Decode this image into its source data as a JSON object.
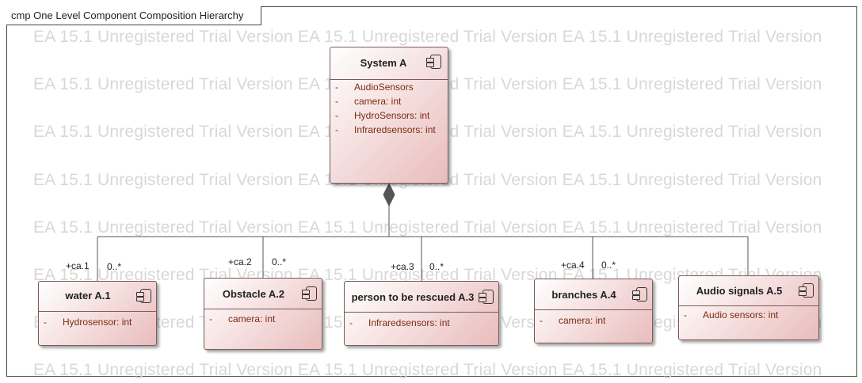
{
  "frame": {
    "title": "cmp One Level Component Composition Hierarchy"
  },
  "watermark": {
    "text": "EA 15.1 Unregistered Trial Version EA 15.1 Unregistered Trial Version EA 15.1 Unregistered Trial Version"
  },
  "root": {
    "name": "System A",
    "attributes": [
      "AudioSensors",
      "camera: int",
      "HydroSensors: int",
      "Infraredsensors: int"
    ]
  },
  "children": [
    {
      "name": "water A.1",
      "attributes": [
        "Hydrosensor: int"
      ],
      "role": "+ca.1",
      "multiplicity": "0..*"
    },
    {
      "name": "Obstacle A.2",
      "attributes": [
        "camera: int"
      ],
      "role": "+ca.2",
      "multiplicity": "0..*"
    },
    {
      "name": "person to be rescued A.3",
      "attributes": [
        "Infraredsensors: int"
      ],
      "role": "+ca.3",
      "multiplicity": "0..*"
    },
    {
      "name": "branches A.4",
      "attributes": [
        "camera: int"
      ],
      "role": "+ca.4",
      "multiplicity": "0..*"
    },
    {
      "name": "Audio signals A.5",
      "attributes": [
        "Audio sensors: int"
      ]
    }
  ],
  "attribute_marker": "-",
  "colors": {
    "box_fill": "#f3dada",
    "box_border": "#7a5b5b",
    "attribute_text": "#7b2b10",
    "watermark": "#d8d8d8"
  }
}
